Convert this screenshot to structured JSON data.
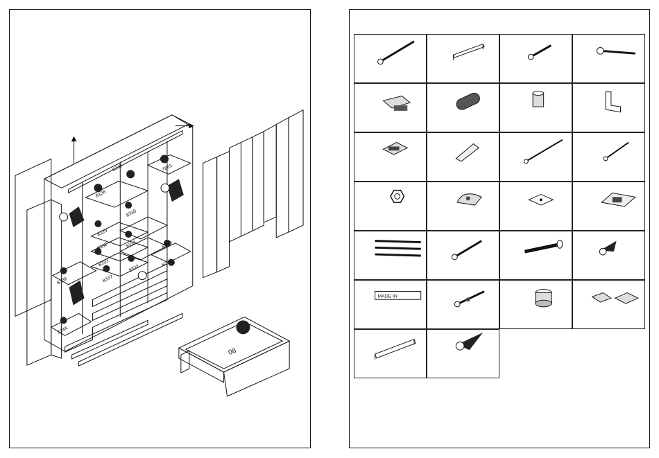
{
  "left_page": {
    "panel_labels": [
      "8333",
      "8336",
      "7861",
      "8329",
      "8330",
      "8332",
      "8331",
      "8333",
      "8337",
      "8332",
      "8339",
      "8334",
      "8336",
      "333A"
    ],
    "drawer_label": "08"
  },
  "right_page": {
    "parts": [
      {
        "icon": "long-screw-icon"
      },
      {
        "icon": "handle-bar-icon"
      },
      {
        "icon": "short-screw-icon"
      },
      {
        "icon": "wood-screw-icon"
      },
      {
        "icon": "hinge-plate-icon"
      },
      {
        "icon": "wooden-dowel-icon"
      },
      {
        "icon": "cam-lock-icon"
      },
      {
        "icon": "l-bracket-icon"
      },
      {
        "icon": "clip-bracket-icon"
      },
      {
        "icon": "wedge-icon"
      },
      {
        "icon": "long-nail-icon"
      },
      {
        "icon": "short-nail-icon"
      },
      {
        "icon": "hex-nut-icon"
      },
      {
        "icon": "shelf-support-icon"
      },
      {
        "icon": "mounting-plate-icon"
      },
      {
        "icon": "hinge-icon"
      },
      {
        "icon": "drawer-runner-icon"
      },
      {
        "icon": "machine-screw-icon"
      },
      {
        "icon": "bolt-icon"
      },
      {
        "icon": "wall-anchor-icon"
      },
      {
        "icon": "label-sticker-icon",
        "text": "MADE IN"
      },
      {
        "icon": "connector-bolt-icon"
      },
      {
        "icon": "cam-fitting-icon"
      },
      {
        "icon": "hinge-pair-icon"
      },
      {
        "icon": "long-handle-icon"
      },
      {
        "icon": "screw-anchor-icon"
      }
    ]
  }
}
